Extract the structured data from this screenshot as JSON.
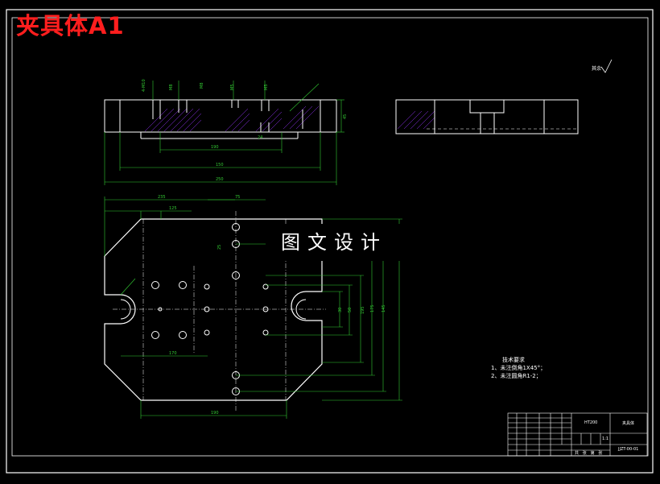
{
  "title": "夹具体A1",
  "watermark": "图文设计",
  "roughness_note": "其余",
  "technical_requirements": {
    "title": "技术要求",
    "items": [
      "1、未注倒角1X45°；",
      "2、未注圆角R1-2；"
    ]
  },
  "title_block": {
    "part_name": "夹具体",
    "material": "HT200",
    "drawing_no": "JJZT-00-01",
    "scale": "1:1",
    "footer_labels": [
      "共",
      "张",
      "第",
      "张"
    ]
  },
  "dimensions": {
    "front_view": [
      "4-M10",
      "M8",
      "M8",
      "M5",
      "M5",
      "24",
      "190",
      "150",
      "250",
      "45"
    ],
    "plan_view": [
      "235",
      "75",
      "125",
      "25",
      "145",
      "175",
      "195",
      "50",
      "30",
      "170",
      "190"
    ]
  },
  "colors": {
    "background": "#000000",
    "outline": "#ffffff",
    "dimension": "#33cc33",
    "hatch": "#9933ff",
    "title": "#ff1e1e"
  }
}
